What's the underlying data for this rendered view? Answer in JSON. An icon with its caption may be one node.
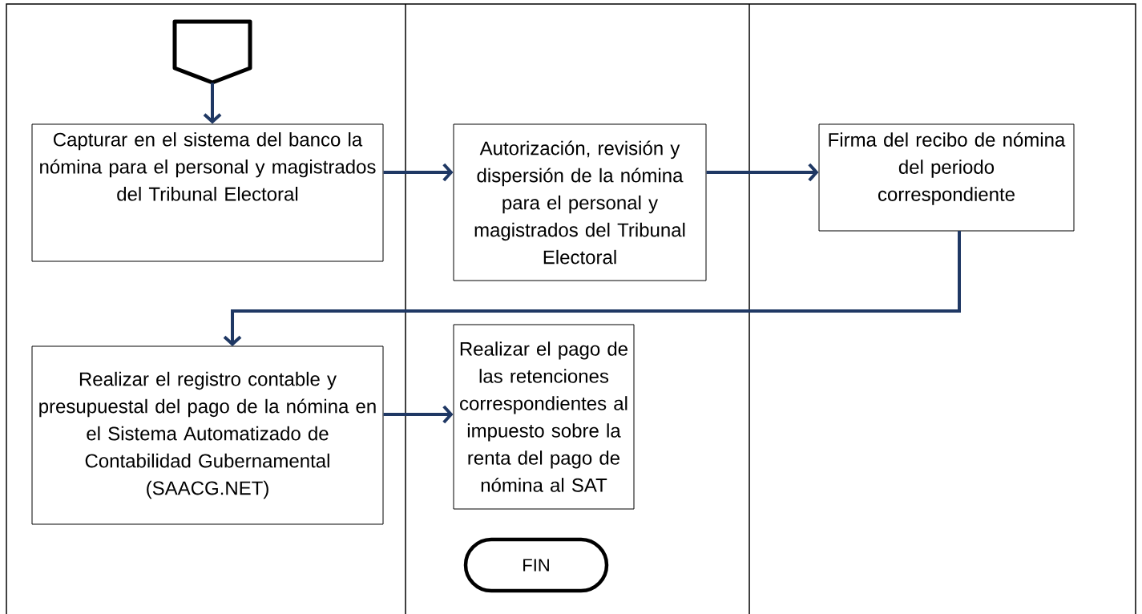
{
  "diagram": {
    "nodes": [
      {
        "text": [],
        "shape": "pentagon"
      },
      {
        "text": [
          "Capturar en el sistema del banco la nómina para el personal y magistrados del Tribunal Electoral"
        ]
      },
      {
        "text": [
          "Autorización, revisión y dispersión de la nómina para el personal y magistrados del Tribunal Electoral"
        ]
      },
      {
        "text": [
          "Firma del recibo de nómina del periodo correspondiente"
        ]
      },
      {
        "text": [
          "Realizar el registro contable y presupuestal del pago de la nómina en el Sistema Automatizado de Contabilidad Gubernamental (SAACG.NET)"
        ]
      },
      {
        "text": [
          "Realizar el pago de las retenciones correspondientes  al impuesto sobre la renta del pago de nómina al SAT"
        ]
      },
      {
        "text": [
          "FIN"
        ]
      }
    ],
    "edges": [
      {
        "from": 0,
        "to": 1,
        "arrow": "to"
      },
      {
        "from": 1,
        "to": 2,
        "arrow": "to"
      },
      {
        "from": 2,
        "to": 3,
        "arrow": "to"
      },
      {
        "from": 3,
        "to": 4,
        "arrow": "to"
      },
      {
        "from": 4,
        "to": 5,
        "arrow": "to"
      }
    ]
  }
}
